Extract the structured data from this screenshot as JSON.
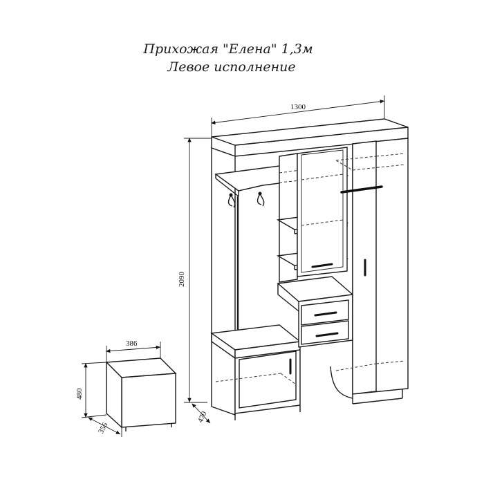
{
  "title": {
    "line1": "Прихожая \"Елена\" 1,3м",
    "line2": "Левое исполнение"
  },
  "dimensions": {
    "width": "1300",
    "height": "2090",
    "depth": "470",
    "pouf_width": "386",
    "pouf_height": "480",
    "pouf_depth": "356"
  }
}
